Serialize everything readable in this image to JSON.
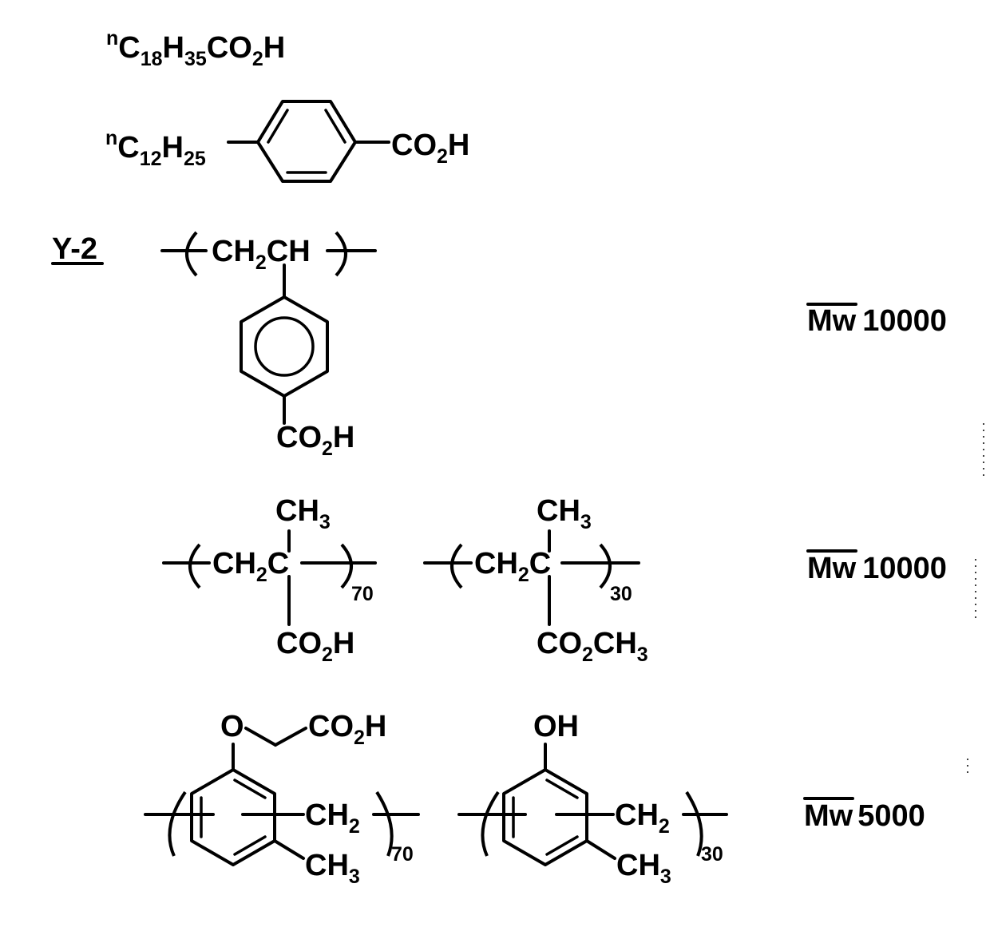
{
  "structures": {
    "acid1": {
      "prefix": "n",
      "c": "C",
      "c_sub": "18",
      "h": "H",
      "h_sub": "35",
      "group": "CO",
      "group_sub": "2",
      "tail": "H"
    },
    "acid2": {
      "prefix": "n",
      "c": "C",
      "c_sub": "12",
      "h": "H",
      "h_sub": "25",
      "group": "CO",
      "group_sub": "2",
      "tail": "H"
    },
    "y2": {
      "label": "Y-2",
      "backbone": {
        "a": "CH",
        "a_sub": "2",
        "b": "CH"
      },
      "sub": {
        "group": "CO",
        "group_sub": "2",
        "tail": "H"
      },
      "mw": {
        "label": "Mw",
        "value": "10000"
      }
    },
    "copolymer1": {
      "unit1": {
        "top": {
          "a": "CH",
          "a_sub": "3"
        },
        "backbone": {
          "a": "CH",
          "a_sub": "2",
          "b": "C"
        },
        "bottom": {
          "group": "CO",
          "group_sub": "2",
          "tail": "H"
        },
        "ratio": "70"
      },
      "unit2": {
        "top": {
          "a": "CH",
          "a_sub": "3"
        },
        "backbone": {
          "a": "CH",
          "a_sub": "2",
          "b": "C"
        },
        "bottom": {
          "group": "CO",
          "group_sub": "2",
          "tail": "CH",
          "tail_sub": "3"
        },
        "ratio": "30"
      },
      "mw": {
        "label": "Mw",
        "value": "10000"
      }
    },
    "copolymer2": {
      "unit1": {
        "o": "O",
        "acid": {
          "group": "CO",
          "group_sub": "2",
          "tail": "H"
        },
        "ch2": {
          "a": "CH",
          "a_sub": "2"
        },
        "ch3": {
          "a": "CH",
          "a_sub": "3"
        },
        "ratio": "70"
      },
      "unit2": {
        "oh": "OH",
        "ch2": {
          "a": "CH",
          "a_sub": "2"
        },
        "ch3": {
          "a": "CH",
          "a_sub": "3"
        },
        "ratio": "30"
      },
      "mw": {
        "label": "Mw",
        "value": "5000"
      }
    }
  }
}
